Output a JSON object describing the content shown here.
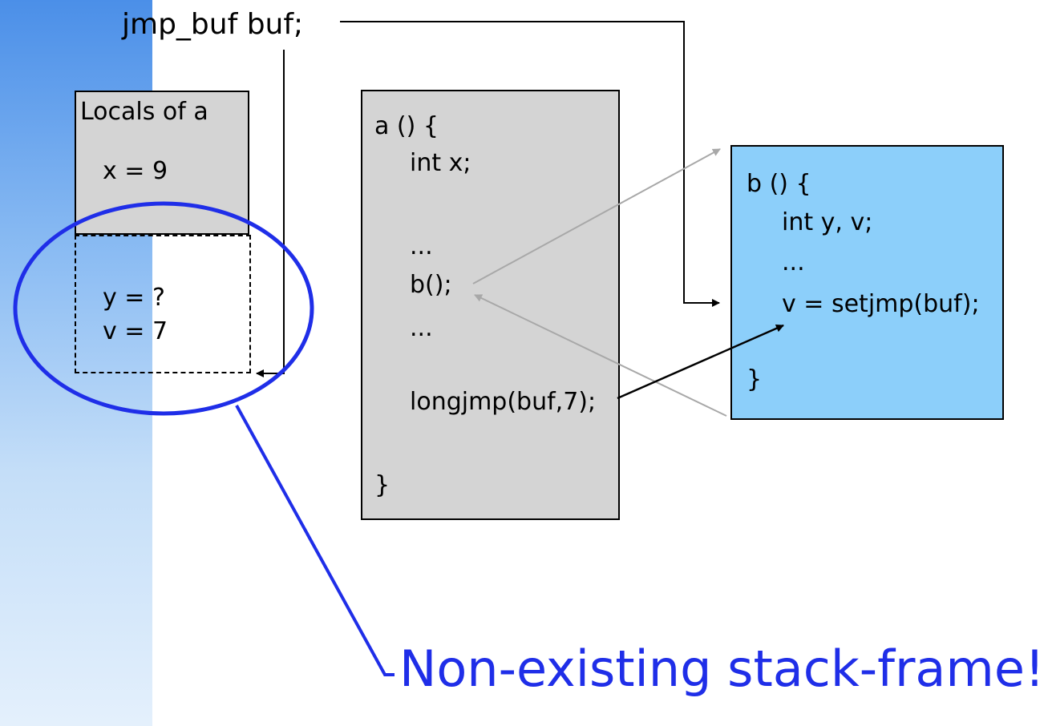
{
  "declaration": "jmp_buf buf;",
  "locals_frame": {
    "title": "Locals of a",
    "x_value": "x = 9"
  },
  "dead_frame": {
    "y_value": "y = ?",
    "v_value": "v = 7"
  },
  "func_a": {
    "lines": [
      "a () {",
      "int x;",
      "...",
      "b();",
      "...",
      "longjmp(buf,7);",
      "}"
    ]
  },
  "func_b": {
    "lines": [
      "b () {",
      "int y, v;",
      "...",
      "v = setjmp(buf);",
      "}"
    ]
  },
  "callout": "Non-existing stack-frame!",
  "colors": {
    "side_strip": "#4b8fe8",
    "frame_gray": "#d4d4d4",
    "func_b_fill": "#8ccffa",
    "callout_blue": "#1f2ee8",
    "call_arrow_gray": "#a8a8a8"
  }
}
